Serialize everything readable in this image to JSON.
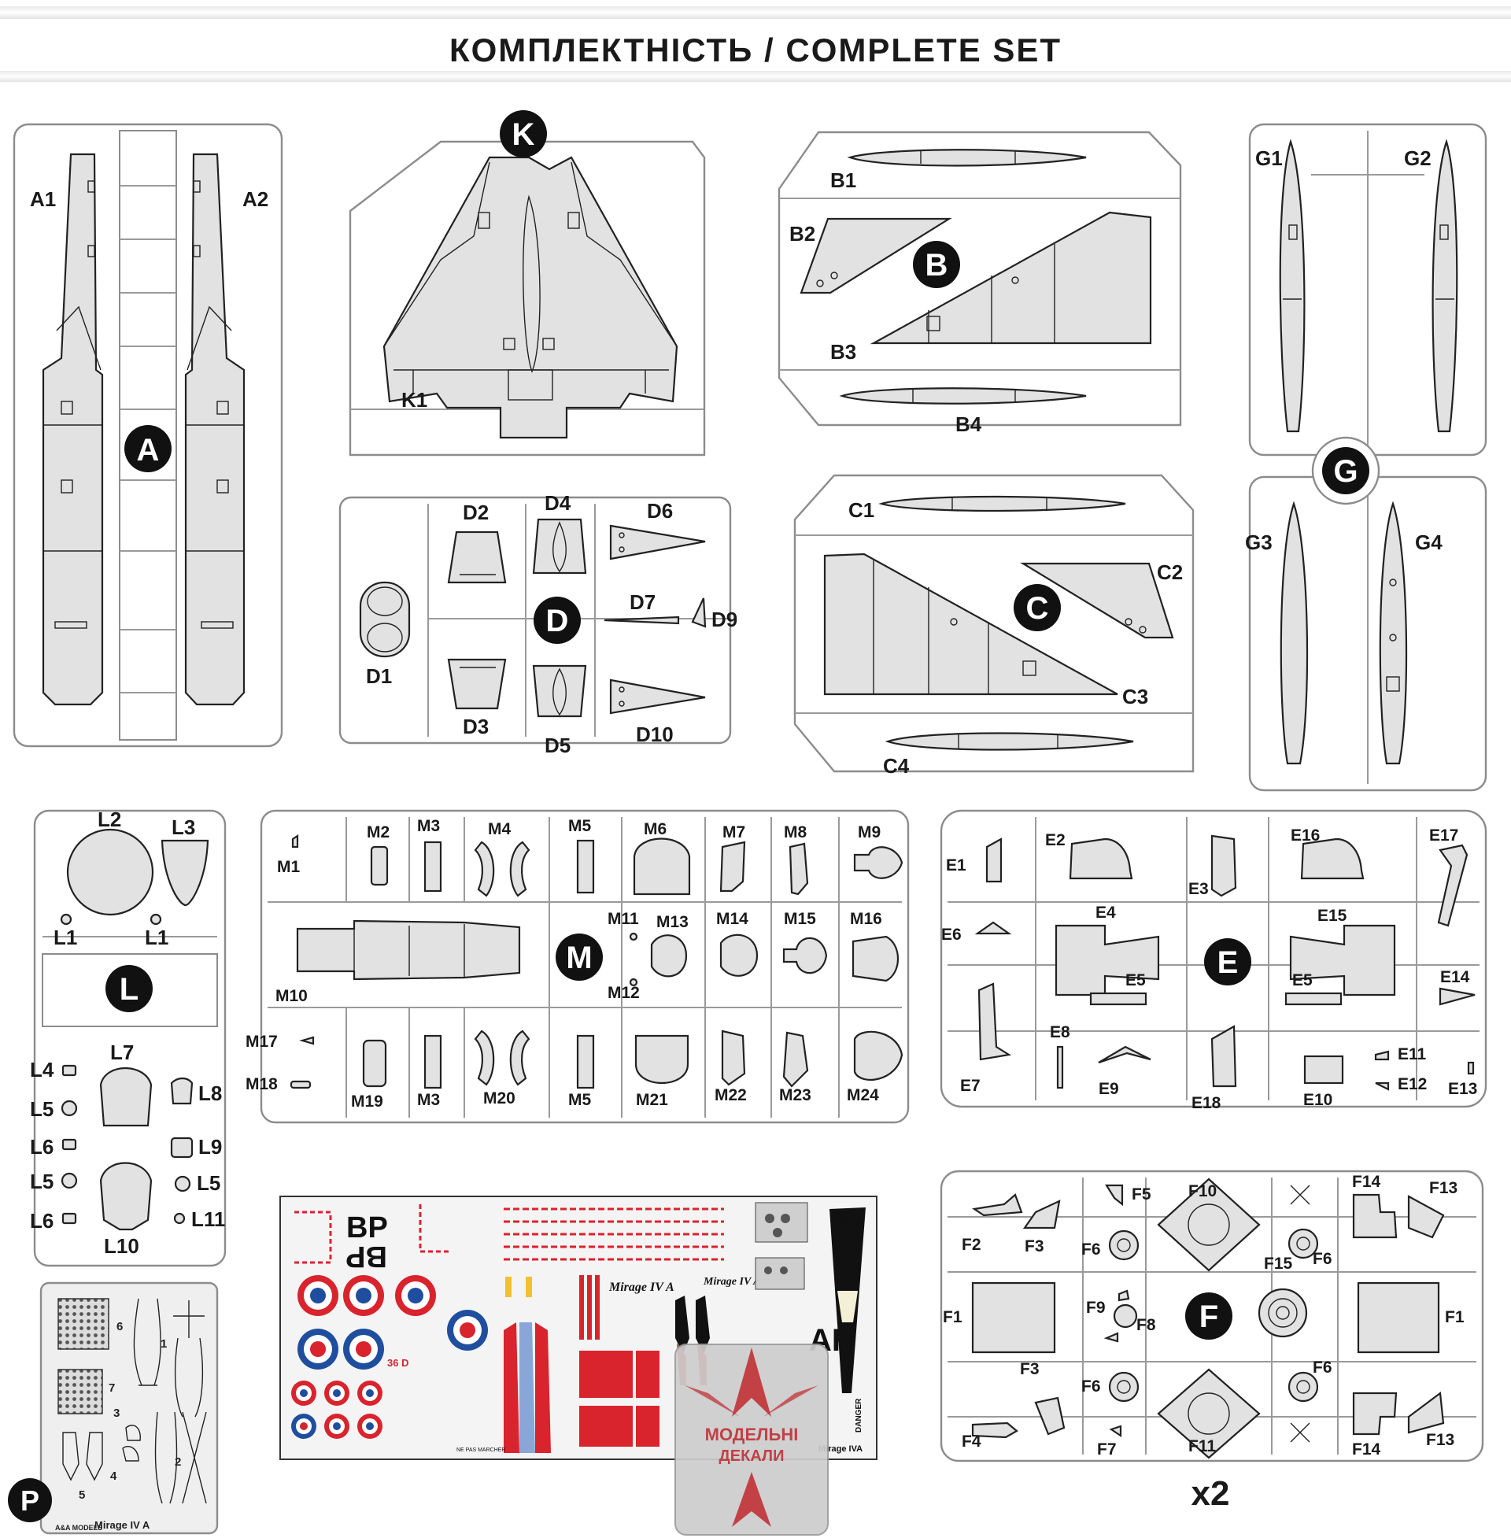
{
  "header": {
    "title": "КОМПЛЕКТНІСТЬ / COMPLETE SET"
  },
  "sprues": {
    "A": {
      "letter": "A",
      "parts": [
        "A1",
        "A2"
      ]
    },
    "K": {
      "letter": "K",
      "parts": [
        "K1"
      ]
    },
    "B": {
      "letter": "B",
      "parts": [
        "B1",
        "B2",
        "B3",
        "B4"
      ]
    },
    "G": {
      "letter": "G",
      "parts": [
        "G1",
        "G2",
        "G3",
        "G4"
      ]
    },
    "D": {
      "letter": "D",
      "parts": [
        "D1",
        "D2",
        "D3",
        "D4",
        "D5",
        "D6",
        "D7",
        "D9",
        "D10"
      ]
    },
    "C": {
      "letter": "C",
      "parts": [
        "C1",
        "C2",
        "C3",
        "C4"
      ]
    },
    "L": {
      "letter": "L",
      "parts": [
        "L1",
        "L2",
        "L3",
        "L4",
        "L5",
        "L6",
        "L7",
        "L8",
        "L9",
        "L10",
        "L11"
      ]
    },
    "M": {
      "letter": "M",
      "parts": [
        "M1",
        "M2",
        "M3",
        "M4",
        "M5",
        "M6",
        "M7",
        "M8",
        "M9",
        "M10",
        "M11",
        "M12",
        "M13",
        "M14",
        "M15",
        "M16",
        "M17",
        "M18",
        "M19",
        "M20",
        "M21",
        "M22",
        "M23",
        "M24"
      ]
    },
    "E": {
      "letter": "E",
      "parts": [
        "E1",
        "E2",
        "E3",
        "E4",
        "E5",
        "E6",
        "E7",
        "E8",
        "E9",
        "E10",
        "E11",
        "E12",
        "E13",
        "E14",
        "E15",
        "E16",
        "E17",
        "E18"
      ]
    },
    "F": {
      "letter": "F",
      "parts": [
        "F1",
        "F2",
        "F3",
        "F4",
        "F5",
        "F6",
        "F7",
        "F8",
        "F9",
        "F10",
        "F11",
        "F13",
        "F14",
        "F15"
      ],
      "multiplier": "x2"
    },
    "P": {
      "letter": "P",
      "brand": "A&A MODELS",
      "model": "Mirage IV A",
      "parts": [
        "1",
        "2",
        "3",
        "4",
        "5",
        "6",
        "7"
      ]
    }
  },
  "decals": {
    "codes": [
      "BP",
      "AH",
      "36 D"
    ],
    "labels": [
      "Mirage IV A",
      "Mirage IVA",
      "DANGER",
      "NE PAS MARCHER",
      "AMD-BA"
    ],
    "watermark": [
      "МОДЕЛЬНІ",
      "ДЕКАЛИ"
    ]
  },
  "colors": {
    "roundel_red": "#d9232d",
    "roundel_blue": "#1f4e9e",
    "decal_yellow": "#f2c12e",
    "watermark_red": "#c0282d"
  }
}
